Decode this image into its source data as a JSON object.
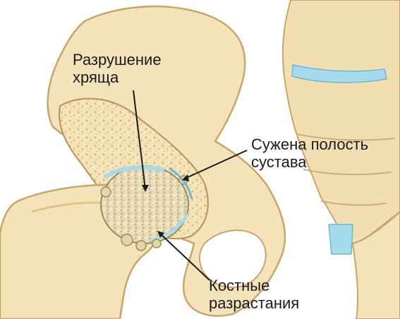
{
  "labels": {
    "cartilage_destruction": [
      "Разрушение",
      "хряща"
    ],
    "narrowed_joint_space": [
      "Сужена полость",
      "сустава"
    ],
    "bone_growths": [
      "Костные",
      "разрастания"
    ]
  },
  "colors": {
    "bone": "#f4e3b8",
    "bone_outline": "#c8a66a",
    "bone_shadow": "#e2c48c",
    "cartilage_blue": "#a6dbee",
    "spongy_bone": "#e8d6a6",
    "label_text": "#1a1a1a",
    "leader_line": "#1a1a1a"
  },
  "icons": {
    "pelvis": "pelvis-illustration",
    "femur": "femur-illustration",
    "spine": "sacrum-illustration"
  }
}
